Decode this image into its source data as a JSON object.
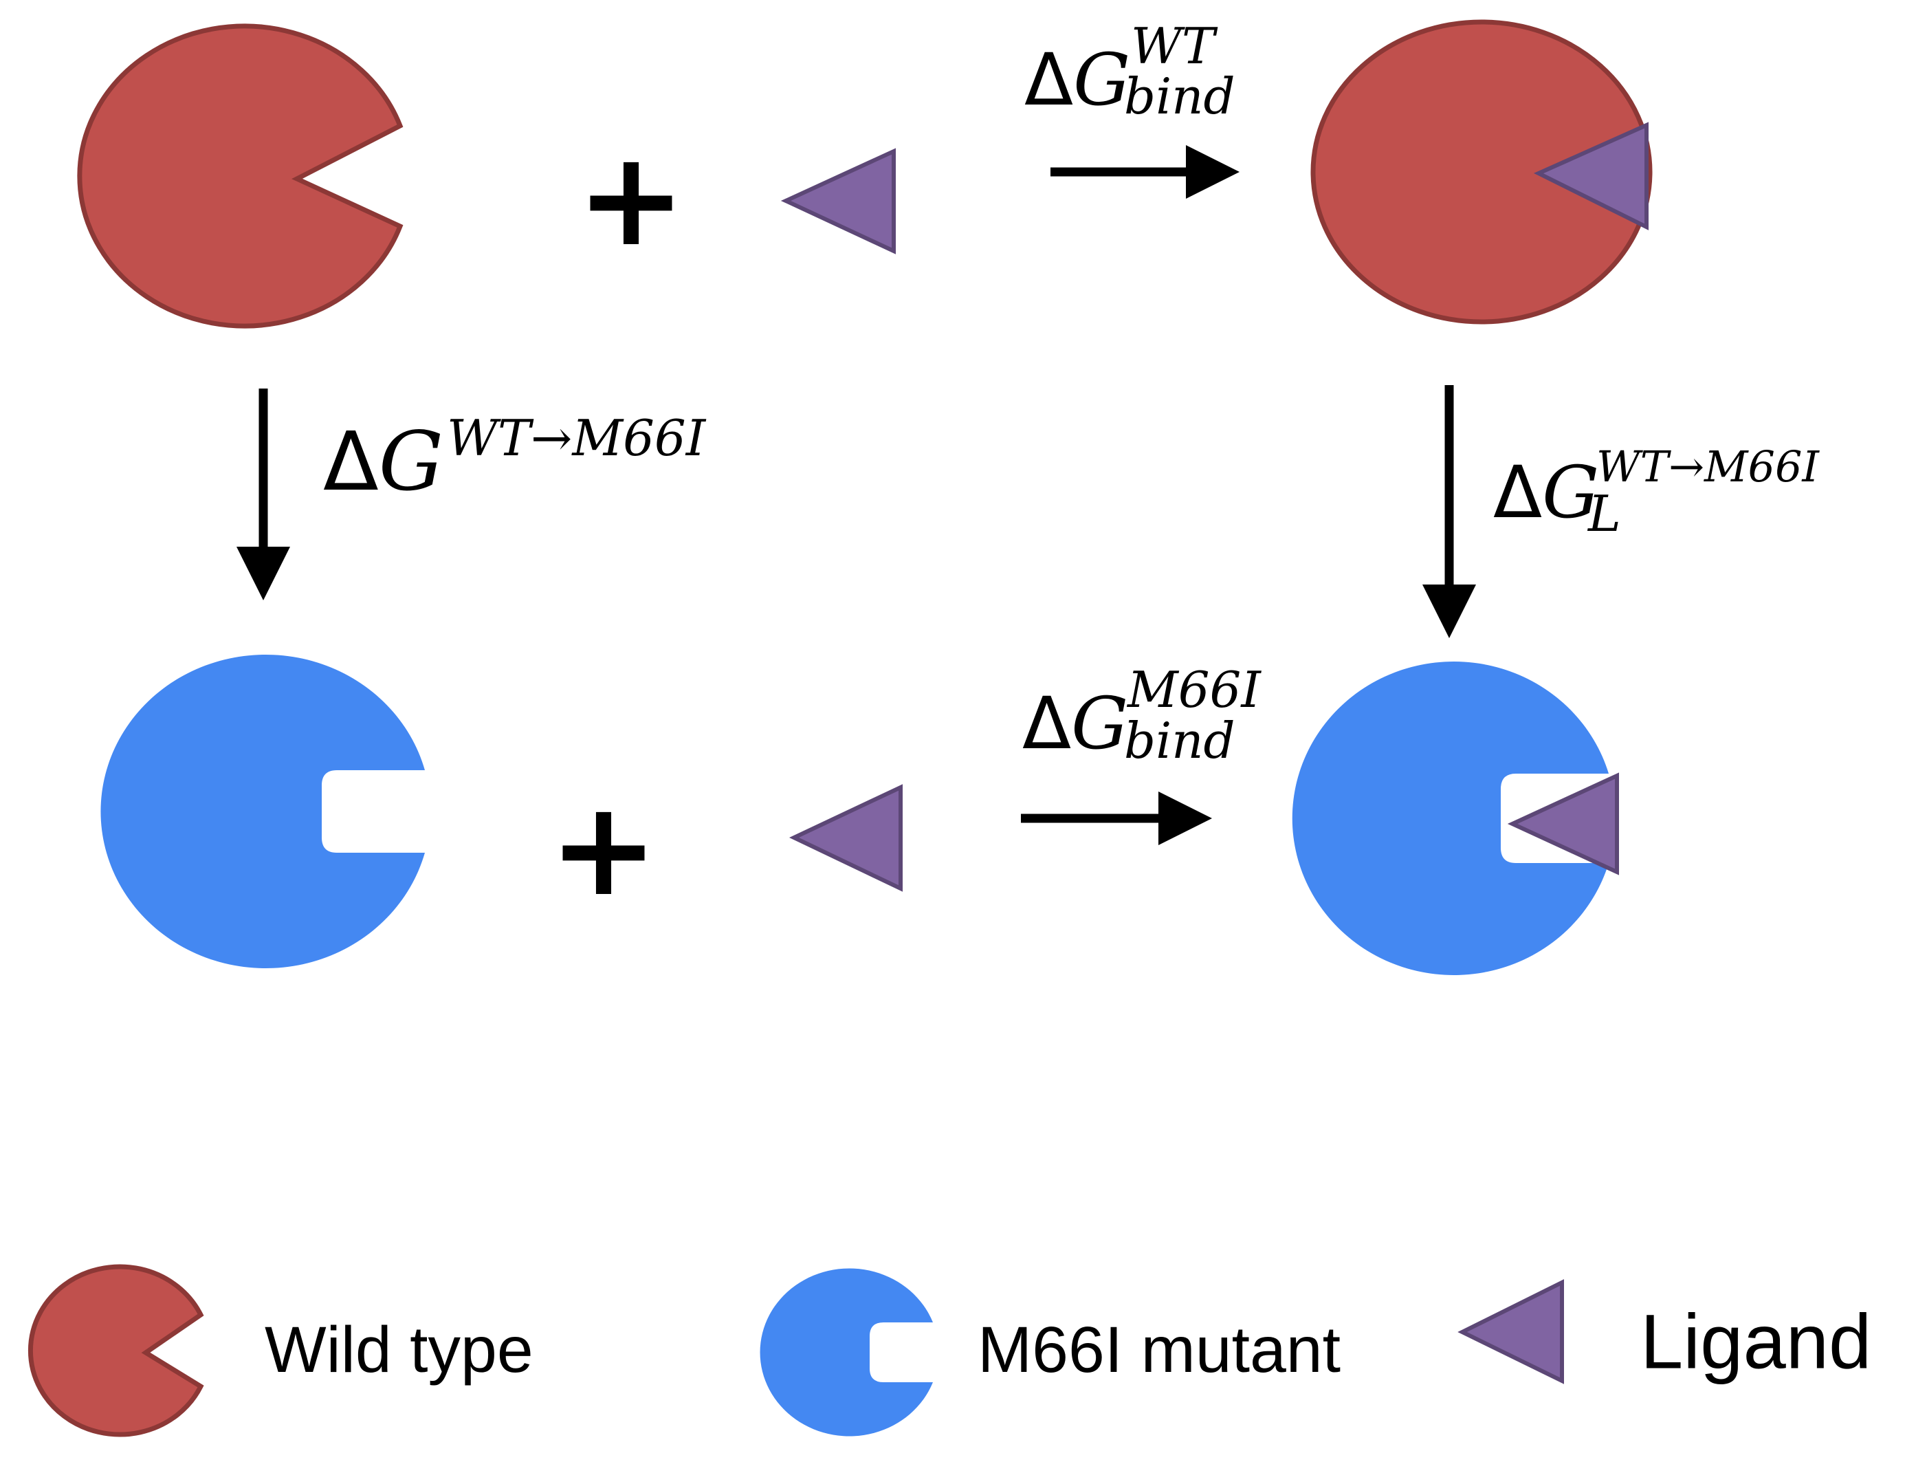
{
  "colors": {
    "wild_type_fill": "#C0504D",
    "wild_type_stroke": "#8C3836",
    "mutant_fill": "#4488F2",
    "ligand_fill": "#8064A2",
    "ligand_stroke": "#5C4776",
    "arrow": "#000000"
  },
  "symbols": {
    "delta": "Δ",
    "g": "G",
    "plus": "+"
  },
  "labels": {
    "bind_wt": {
      "sup": "WT",
      "sub": "bind"
    },
    "bind_mut": {
      "sup": "M66I",
      "sub": "bind"
    },
    "mut_free": {
      "sup": "WT→M66I"
    },
    "mut_ligand": {
      "sup": "WT→M66I",
      "sub": "L"
    }
  },
  "legend": {
    "wild_type": "Wild type",
    "mutant": "M66I mutant",
    "ligand": "Ligand"
  }
}
